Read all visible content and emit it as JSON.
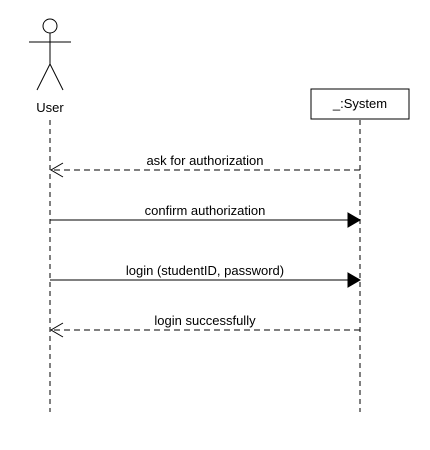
{
  "diagram": {
    "type": "sequence",
    "participants": [
      {
        "id": "user",
        "kind": "actor",
        "label": "User"
      },
      {
        "id": "system",
        "kind": "object",
        "label": "_:System"
      }
    ],
    "messages": [
      {
        "id": "m1",
        "label": "ask for authorization",
        "from": "system",
        "to": "user",
        "style": "return"
      },
      {
        "id": "m2",
        "label": "confirm authorization",
        "from": "user",
        "to": "system",
        "style": "sync"
      },
      {
        "id": "m3",
        "label": "login (studentID, password)",
        "from": "user",
        "to": "system",
        "style": "sync"
      },
      {
        "id": "m4",
        "label": "login successfully",
        "from": "system",
        "to": "user",
        "style": "return"
      }
    ]
  },
  "colors": {
    "line": "#000000",
    "background": "#ffffff"
  }
}
